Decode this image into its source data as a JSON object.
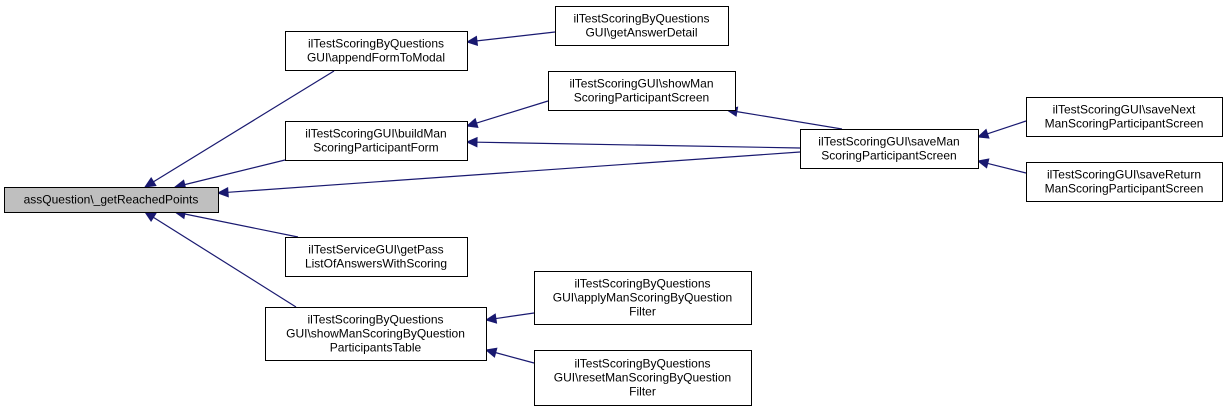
{
  "nodes": [
    {
      "id": "root",
      "lines": [
        "assQuestion\\_getReachedPoints"
      ],
      "root": true
    },
    {
      "id": "appendForm",
      "lines": [
        "ilTestScoringByQuestions",
        "GUI\\appendFormToModal"
      ]
    },
    {
      "id": "getAnswerDetail",
      "lines": [
        "ilTestScoringByQuestions",
        "GUI\\getAnswerDetail"
      ]
    },
    {
      "id": "buildMan",
      "lines": [
        "ilTestScoringGUI\\buildMan",
        "ScoringParticipantForm"
      ]
    },
    {
      "id": "showMan",
      "lines": [
        "ilTestScoringGUI\\showMan",
        "ScoringParticipantScreen"
      ]
    },
    {
      "id": "saveMan",
      "lines": [
        "ilTestScoringGUI\\saveMan",
        "ScoringParticipantScreen"
      ]
    },
    {
      "id": "saveNext",
      "lines": [
        "ilTestScoringGUI\\saveNext",
        "ManScoringParticipantScreen"
      ]
    },
    {
      "id": "saveReturn",
      "lines": [
        "ilTestScoringGUI\\saveReturn",
        "ManScoringParticipantScreen"
      ]
    },
    {
      "id": "getPass",
      "lines": [
        "ilTestServiceGUI\\getPass",
        "ListOfAnswersWithScoring"
      ]
    },
    {
      "id": "showManByQ",
      "lines": [
        "ilTestScoringByQuestions",
        "GUI\\showManScoringByQuestion",
        "ParticipantsTable"
      ]
    },
    {
      "id": "applyFilter",
      "lines": [
        "ilTestScoringByQuestions",
        "GUI\\applyManScoringByQuestion",
        "Filter"
      ]
    },
    {
      "id": "resetFilter",
      "lines": [
        "ilTestScoringByQuestions",
        "GUI\\resetManScoringByQuestion",
        "Filter"
      ]
    }
  ],
  "edges": [
    {
      "from": "appendForm",
      "to": "root"
    },
    {
      "from": "buildMan",
      "to": "root"
    },
    {
      "from": "saveMan",
      "to": "root"
    },
    {
      "from": "getPass",
      "to": "root"
    },
    {
      "from": "showManByQ",
      "to": "root"
    },
    {
      "from": "getAnswerDetail",
      "to": "appendForm"
    },
    {
      "from": "showMan",
      "to": "buildMan"
    },
    {
      "from": "saveMan",
      "to": "buildMan"
    },
    {
      "from": "saveMan",
      "to": "showMan"
    },
    {
      "from": "saveNext",
      "to": "saveMan"
    },
    {
      "from": "saveReturn",
      "to": "saveMan"
    },
    {
      "from": "applyFilter",
      "to": "showManByQ"
    },
    {
      "from": "resetFilter",
      "to": "showManByQ"
    }
  ]
}
